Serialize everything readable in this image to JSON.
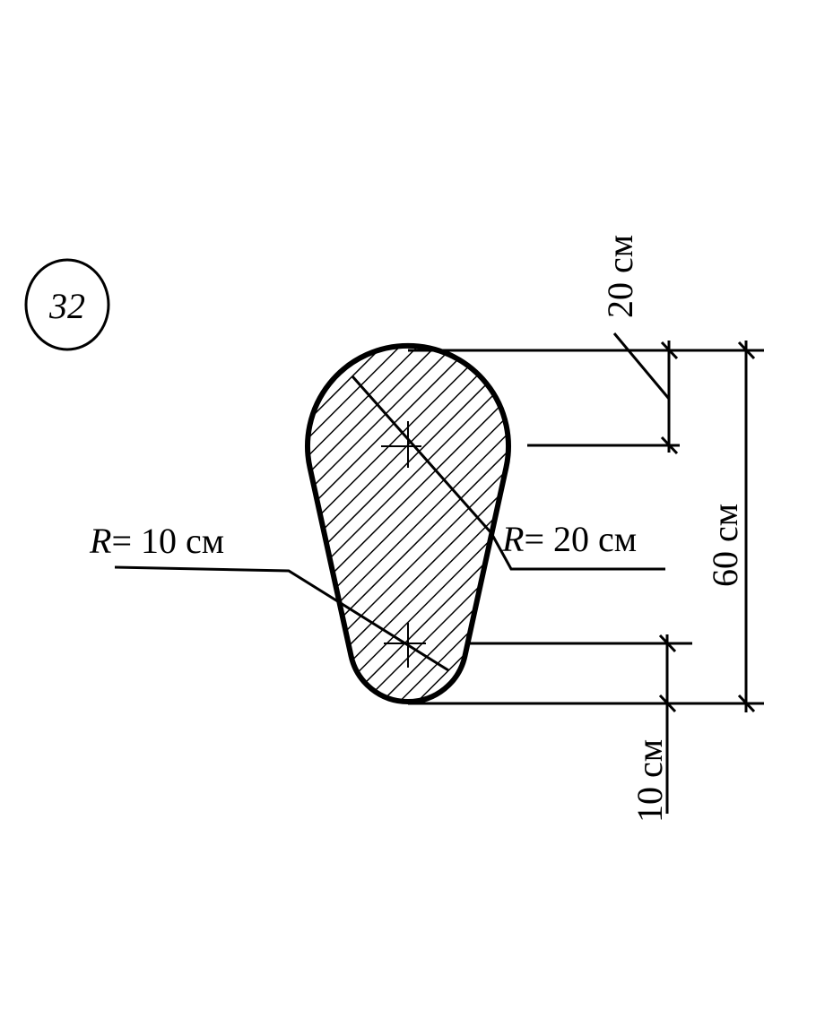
{
  "problem_number": "32",
  "labels": {
    "dim_top": "20 см",
    "dim_total": "60 см",
    "dim_bottom": "10 см",
    "radius_small_R": "R",
    "radius_small_value": "= 10 см",
    "radius_large_R": "R",
    "radius_large_value": "= 20 см"
  },
  "colors": {
    "ink": "#000000",
    "background": "#ffffff"
  }
}
